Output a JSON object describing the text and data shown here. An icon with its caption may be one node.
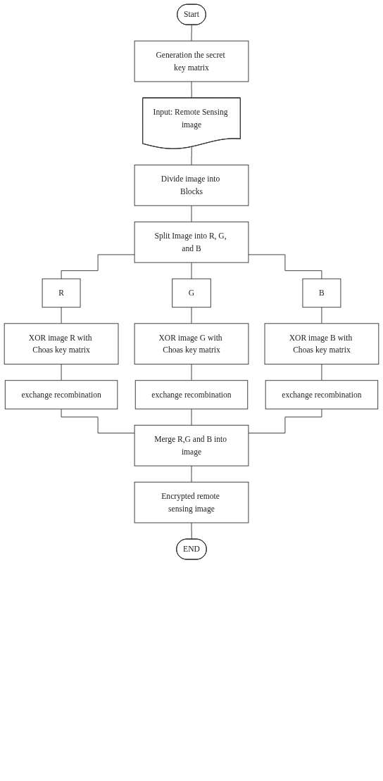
{
  "diagram": {
    "nodes": [
      {
        "text": [
          "Start"
        ]
      },
      {
        "text": [
          "Generation the secret key matrix"
        ]
      },
      {
        "text": [
          "Input: Remote Sensing image"
        ]
      },
      {
        "text": [
          "Divide image into Blocks"
        ]
      },
      {
        "text": [
          "Split Image into R, G, and B"
        ]
      },
      {
        "text": [
          "R"
        ]
      },
      {
        "text": [
          "G"
        ]
      },
      {
        "text": [
          "B"
        ]
      },
      {
        "text": [
          "XOR image R with Choas key matrix"
        ]
      },
      {
        "text": [
          "XOR image G with Choas key matrix"
        ]
      },
      {
        "text": [
          "XOR image B with Choas key matrix"
        ]
      },
      {
        "text": [
          "exchange recombination"
        ]
      },
      {
        "text": [
          "exchange recombination"
        ]
      },
      {
        "text": [
          "exchange recombination"
        ]
      },
      {
        "text": [
          "Merge R,G and B into image"
        ]
      },
      {
        "text": [
          "Encrypted remote sensing image"
        ]
      },
      {
        "text": [
          "END"
        ]
      }
    ],
    "edges": [
      {
        "from": 0,
        "to": 1,
        "arrow": "none"
      },
      {
        "from": 1,
        "to": 2,
        "arrow": "none"
      },
      {
        "from": 2,
        "to": 3,
        "arrow": "none"
      },
      {
        "from": 3,
        "to": 4,
        "arrow": "none"
      },
      {
        "from": 4,
        "to": 5,
        "arrow": "none"
      },
      {
        "from": 4,
        "to": 6,
        "arrow": "none"
      },
      {
        "from": 4,
        "to": 7,
        "arrow": "none"
      },
      {
        "from": 5,
        "to": 8,
        "arrow": "none"
      },
      {
        "from": 6,
        "to": 9,
        "arrow": "none"
      },
      {
        "from": 7,
        "to": 10,
        "arrow": "none"
      },
      {
        "from": 8,
        "to": 11,
        "arrow": "none"
      },
      {
        "from": 9,
        "to": 12,
        "arrow": "none"
      },
      {
        "from": 10,
        "to": 13,
        "arrow": "none"
      },
      {
        "from": 11,
        "to": 14,
        "arrow": "none"
      },
      {
        "from": 12,
        "to": 14,
        "arrow": "none"
      },
      {
        "from": 13,
        "to": 14,
        "arrow": "none"
      },
      {
        "from": 14,
        "to": 15,
        "arrow": "none"
      },
      {
        "from": 15,
        "to": 16,
        "arrow": "none"
      }
    ]
  }
}
